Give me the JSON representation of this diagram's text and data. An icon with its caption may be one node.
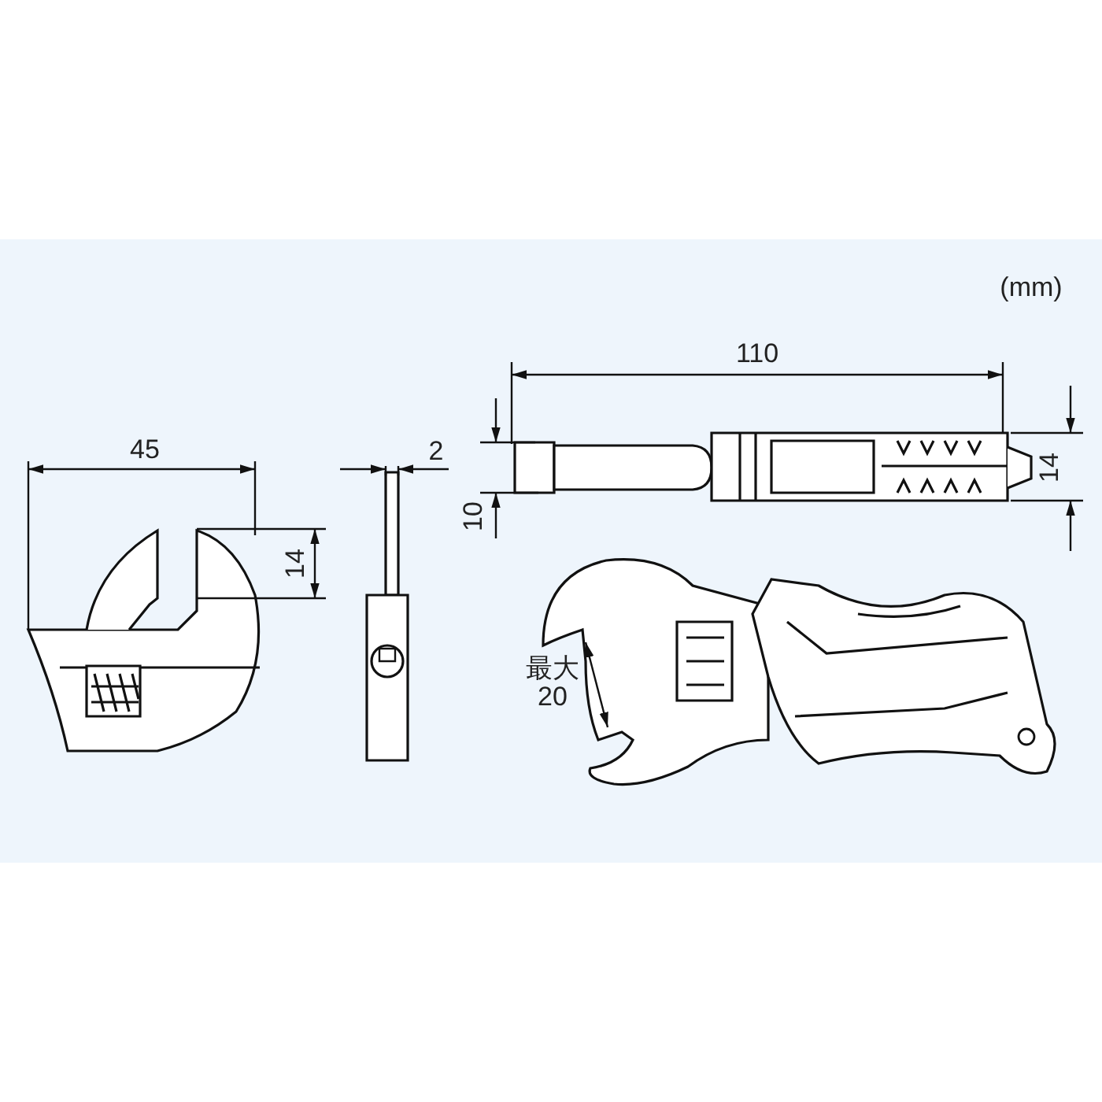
{
  "diagram": {
    "labels": [
      "(mm)",
      "45",
      "14",
      "2",
      "110",
      "14",
      "10",
      "最大 20"
    ]
  }
}
